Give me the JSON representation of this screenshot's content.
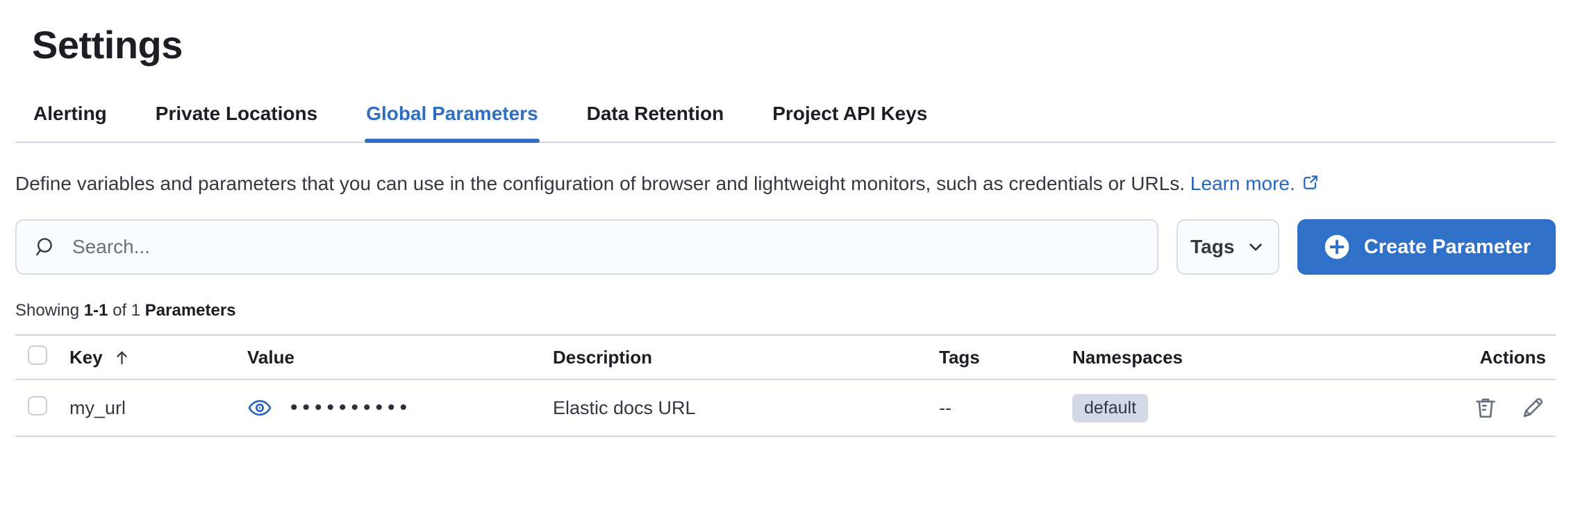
{
  "page": {
    "title": "Settings"
  },
  "tabs": [
    {
      "label": "Alerting",
      "active": false
    },
    {
      "label": "Private Locations",
      "active": false
    },
    {
      "label": "Global Parameters",
      "active": true
    },
    {
      "label": "Data Retention",
      "active": false
    },
    {
      "label": "Project API Keys",
      "active": false
    }
  ],
  "description": {
    "text": "Define variables and parameters that you can use in the configuration of browser and lightweight monitors, such as credentials or URLs.",
    "link_label": "Learn more."
  },
  "toolbar": {
    "search_placeholder": "Search...",
    "tags_label": "Tags",
    "create_label": "Create Parameter"
  },
  "summary": {
    "showing": "Showing",
    "range": "1-1",
    "of": "of 1",
    "entity": "Parameters"
  },
  "table": {
    "columns": [
      "Key",
      "Value",
      "Description",
      "Tags",
      "Namespaces",
      "Actions"
    ],
    "sort": {
      "column": "Key",
      "direction": "ascending"
    },
    "rows": [
      {
        "key": "my_url",
        "value_masked": "••••••••••",
        "description": "Elastic docs URL",
        "tags": "--",
        "namespace": "default"
      }
    ]
  },
  "icons": {
    "search": "magnifier",
    "tags_button": "chevron-down",
    "create_button": "plus-in-circle",
    "learn_more": "external-link",
    "key_sort": "arrow-up",
    "value_reveal": "eye",
    "row_delete": "trash",
    "row_edit": "pencil"
  },
  "colors": {
    "primary_button_bg": "#2F70C8",
    "active_tab": "#2F6EC2",
    "link": "#2767BE",
    "heading_text": "#1C1E23",
    "body_text": "#343741",
    "muted_text": "#69707D",
    "divider": "#D3DAE6",
    "badge_bg": "#D3DAE6",
    "input_bg": "#FAFBFD"
  }
}
